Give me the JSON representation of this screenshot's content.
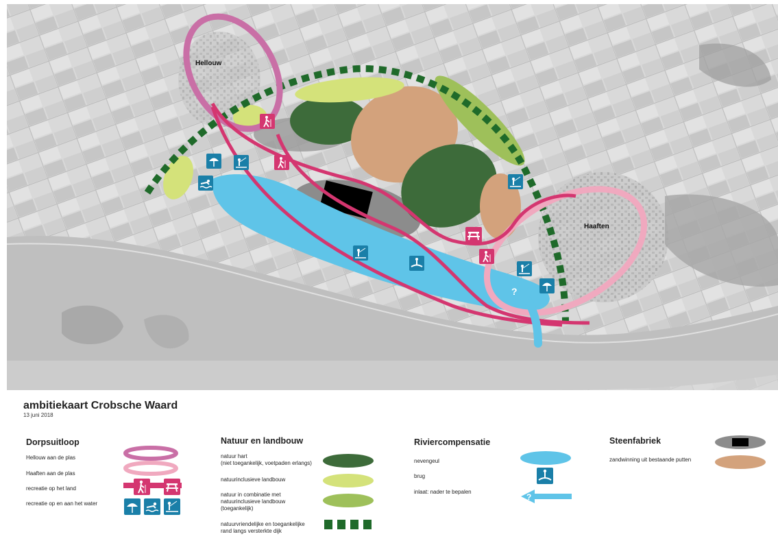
{
  "map": {
    "place_labels": {
      "hellouw": "Hellouw",
      "haaften": "Haaften"
    }
  },
  "legend": {
    "title": "ambitiekaart Crobsche Waard",
    "date": "13 juni 2018",
    "sections": {
      "dorpsuitloop": {
        "heading": "Dorpsuitloop",
        "items": [
          "Hellouw aan de plas",
          "Haaften aan de plas",
          "recreatie op het land",
          "recreatie op en aan het water"
        ]
      },
      "natuur": {
        "heading": "Natuur en landbouw",
        "items": [
          "natuur hart\n(niet toegankelijk, voetpaden erlangs)",
          "natuurinclusieve landbouw",
          "natuur in combinatie met\nnatuurinclusieve landbouw\n(toegankelijk)",
          "natuurvriendelijke en toegankelijke\nrand langs versterkte dijk"
        ]
      },
      "rivier": {
        "heading": "Riviercompensatie",
        "items": [
          "nevengeul",
          "brug",
          "inlaat: nader te bepalen"
        ]
      },
      "steenfabriek": {
        "heading": "Steenfabriek",
        "items": [
          "zandwinning uit bestaande putten"
        ]
      }
    }
  },
  "colors": {
    "hellouw_ring": "#c96fa6",
    "haaften_ring": "#f0a9bf",
    "route": "#d43670",
    "natuur_hart": "#3d6b3a",
    "natuurinclusief": "#d4e27a",
    "natuur_combi": "#9ec05a",
    "dike": "#1f6a2a",
    "nevengeul": "#5fc4e8",
    "zand": "#d3a27c",
    "icon_blue": "#1a7fa8",
    "icon_pink": "#d43670"
  },
  "icons": [
    "beach-umbrella-icon",
    "swimmer-icon",
    "fishing-icon",
    "hiker-icon",
    "picnic-table-icon",
    "bridge-icon",
    "question-arrow-icon"
  ]
}
